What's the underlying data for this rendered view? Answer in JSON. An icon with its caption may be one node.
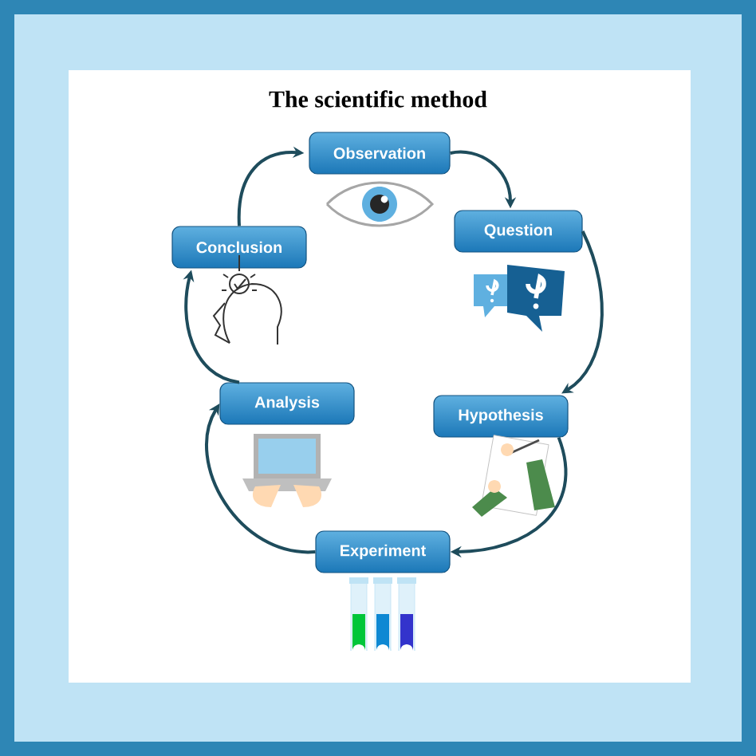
{
  "diagram": {
    "title": "The scientific method",
    "nodes": [
      {
        "text": [
          "Observation"
        ]
      },
      {
        "text": [
          "Question"
        ]
      },
      {
        "text": [
          "Hypothesis"
        ]
      },
      {
        "text": [
          "Experiment"
        ]
      },
      {
        "text": [
          "Analysis"
        ]
      },
      {
        "text": [
          "Conclusion"
        ]
      }
    ],
    "edges": [
      {
        "from": 0,
        "to": 1,
        "arrow": "to"
      },
      {
        "from": 1,
        "to": 2,
        "arrow": "to"
      },
      {
        "from": 2,
        "to": 3,
        "arrow": "to"
      },
      {
        "from": 3,
        "to": 4,
        "arrow": "to"
      },
      {
        "from": 4,
        "to": 5,
        "arrow": "to"
      },
      {
        "from": 5,
        "to": 0,
        "arrow": "to"
      }
    ]
  }
}
